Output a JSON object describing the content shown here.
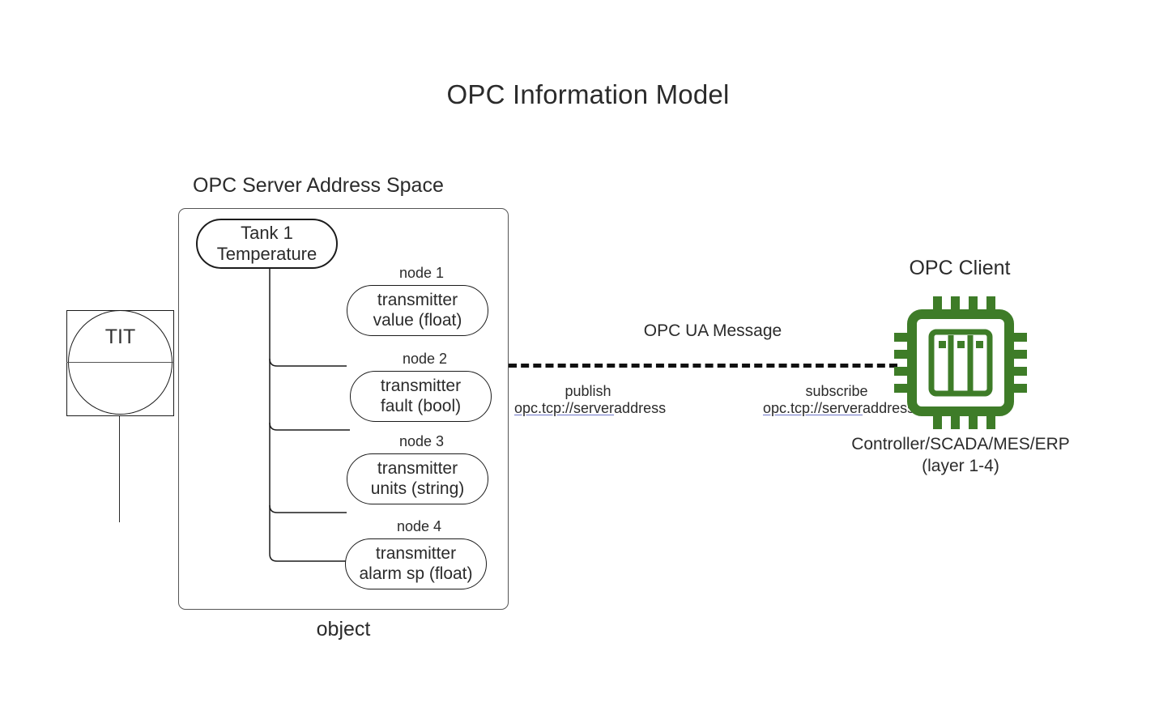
{
  "diagram": {
    "title": "OPC Information Model",
    "server_section_label": "OPC Server Address Space",
    "object_label": "object",
    "client_section_label": "OPC Client"
  },
  "instrument": {
    "tag": "TIT"
  },
  "server": {
    "root": {
      "line1": "Tank 1",
      "line2": "Temperature"
    },
    "nodes": [
      {
        "tag": "node 1",
        "line1": "transmitter",
        "line2": "value (float)"
      },
      {
        "tag": "node 2",
        "line1": "transmitter",
        "line2": "fault (bool)"
      },
      {
        "tag": "node 3",
        "line1": "transmitter",
        "line2": "units (string)"
      },
      {
        "tag": "node 4",
        "line1": "transmitter",
        "line2": "alarm sp (float)"
      }
    ]
  },
  "message": {
    "label": "OPC UA Message",
    "publish": {
      "mode": "publish",
      "link": "opc.tcp://server",
      "suffix": "address"
    },
    "subscribe": {
      "mode": "subscribe",
      "link": "opc.tcp://server",
      "suffix": "address"
    }
  },
  "client": {
    "icon": "cpu-chip-icon",
    "caption_line1": "Controller/SCADA/MES/ERP",
    "caption_line2": "(layer 1-4)"
  },
  "colors": {
    "chip_green": "#3e7c28",
    "line_black": "#1b1b1b",
    "text": "#2b2b2b",
    "link_underline": "#6b74c6",
    "box_border": "#555555"
  }
}
